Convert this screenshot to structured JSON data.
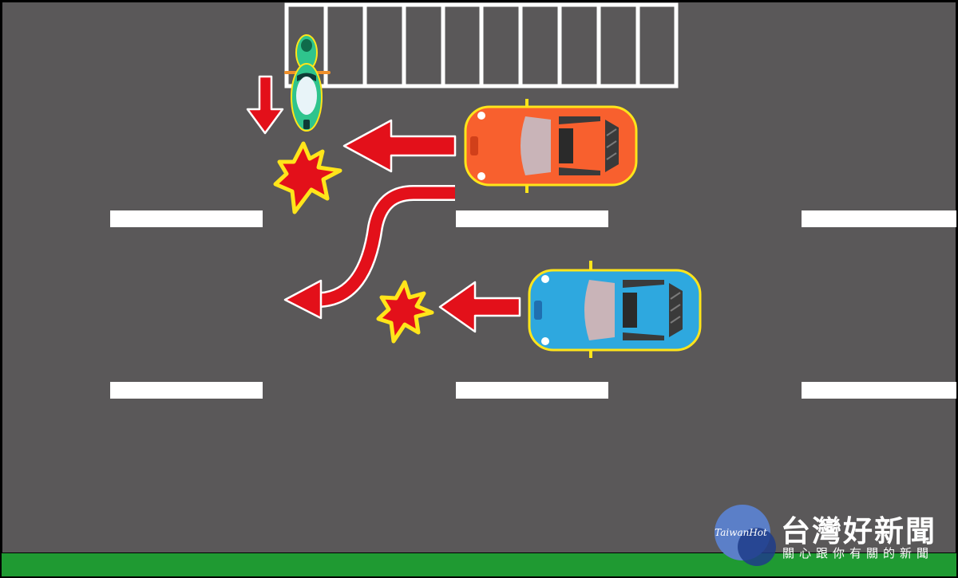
{
  "colors": {
    "road": "#5a5859",
    "lane_marking": "#ffffff",
    "grass": "#1f9a32",
    "arrow": "#e3101a",
    "arrow_outline": "#ffffff",
    "burst_fill": "#e3101a",
    "burst_outline": "#ffe51a",
    "orange_car": "#f8602e",
    "blue_car": "#2ea8df",
    "scooter": "#2fc48d"
  },
  "icons": {
    "collision": "collision-burst-icon",
    "arrow": "direction-arrow-icon",
    "logo_circle": "taiwanhot-logo-icon"
  },
  "watermark": {
    "brand_en": "TaiwanHot",
    "brand_cn": "台灣好新聞",
    "tagline": "關心跟你有關的新聞"
  }
}
